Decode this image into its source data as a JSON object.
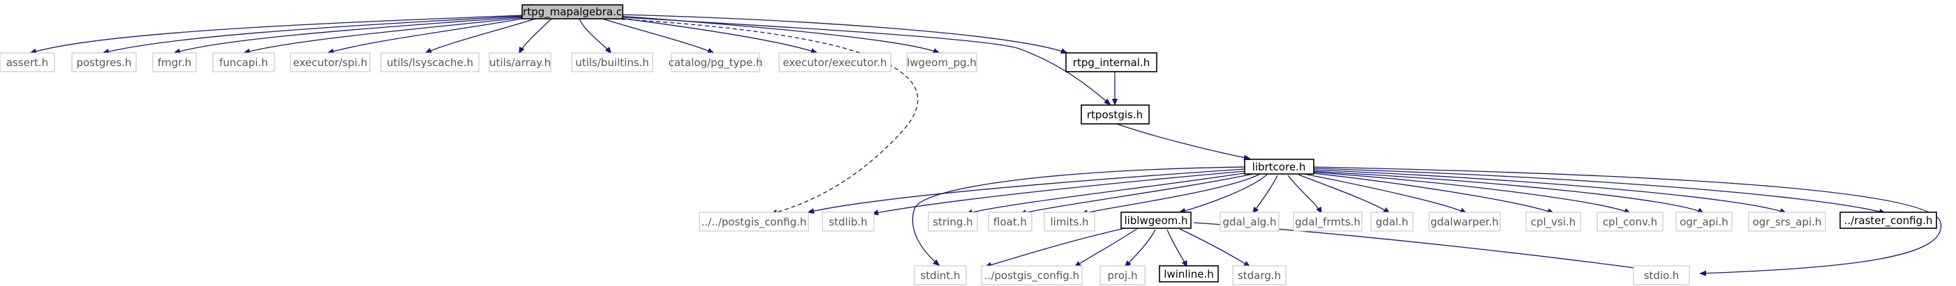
{
  "diagram": {
    "type": "include-dependency-graph",
    "root": "rtpg_mapalgebra.c",
    "nodes": [
      {
        "id": "root",
        "label": "rtpg_mapalgebra.c"
      },
      {
        "id": "assert",
        "label": "assert.h"
      },
      {
        "id": "postgres",
        "label": "postgres.h"
      },
      {
        "id": "fmgr",
        "label": "fmgr.h"
      },
      {
        "id": "funcapi",
        "label": "funcapi.h"
      },
      {
        "id": "spi",
        "label": "executor/spi.h"
      },
      {
        "id": "lsyscache",
        "label": "utils/lsyscache.h"
      },
      {
        "id": "array",
        "label": "utils/array.h"
      },
      {
        "id": "builtins",
        "label": "utils/builtins.h"
      },
      {
        "id": "pgtype",
        "label": "catalog/pg_type.h"
      },
      {
        "id": "executor",
        "label": "executor/executor.h"
      },
      {
        "id": "lwgeompg",
        "label": "lwgeom_pg.h"
      },
      {
        "id": "rtpginternal",
        "label": "rtpg_internal.h"
      },
      {
        "id": "rtpostgis",
        "label": "rtpostgis.h"
      },
      {
        "id": "librtcore",
        "label": "librtcore.h"
      },
      {
        "id": "pgconfig1",
        "label": "../../postgis_config.h"
      },
      {
        "id": "stdlib",
        "label": "stdlib.h"
      },
      {
        "id": "string",
        "label": "string.h"
      },
      {
        "id": "float",
        "label": "float.h"
      },
      {
        "id": "limits",
        "label": "limits.h"
      },
      {
        "id": "liblwgeom",
        "label": "liblwgeom.h"
      },
      {
        "id": "gdalalg",
        "label": "gdal_alg.h"
      },
      {
        "id": "gdalfrmts",
        "label": "gdal_frmts.h"
      },
      {
        "id": "gdal",
        "label": "gdal.h"
      },
      {
        "id": "gdalwarper",
        "label": "gdalwarper.h"
      },
      {
        "id": "cplvsi",
        "label": "cpl_vsi.h"
      },
      {
        "id": "cplconv",
        "label": "cpl_conv.h"
      },
      {
        "id": "ograpi",
        "label": "ogr_api.h"
      },
      {
        "id": "ogrsrsapi",
        "label": "ogr_srs_api.h"
      },
      {
        "id": "rasterconfig",
        "label": "../raster_config.h"
      },
      {
        "id": "stdint",
        "label": "stdint.h"
      },
      {
        "id": "pgconfig2",
        "label": "../postgis_config.h"
      },
      {
        "id": "proj",
        "label": "proj.h"
      },
      {
        "id": "lwinline",
        "label": "lwinline.h"
      },
      {
        "id": "stdarg",
        "label": "stdarg.h"
      },
      {
        "id": "stdio",
        "label": "stdio.h"
      }
    ],
    "edges": [
      [
        "root",
        "assert"
      ],
      [
        "root",
        "postgres"
      ],
      [
        "root",
        "fmgr"
      ],
      [
        "root",
        "funcapi"
      ],
      [
        "root",
        "spi"
      ],
      [
        "root",
        "lsyscache"
      ],
      [
        "root",
        "array"
      ],
      [
        "root",
        "builtins"
      ],
      [
        "root",
        "pgtype"
      ],
      [
        "root",
        "executor"
      ],
      [
        "root",
        "lwgeompg"
      ],
      [
        "root",
        "rtpginternal"
      ],
      [
        "root",
        "rtpostgis"
      ],
      [
        "root",
        "pgconfig1"
      ],
      [
        "rtpginternal",
        "rtpostgis"
      ],
      [
        "rtpostgis",
        "librtcore"
      ],
      [
        "librtcore",
        "pgconfig1"
      ],
      [
        "librtcore",
        "stdlib"
      ],
      [
        "librtcore",
        "string"
      ],
      [
        "librtcore",
        "float"
      ],
      [
        "librtcore",
        "limits"
      ],
      [
        "librtcore",
        "liblwgeom"
      ],
      [
        "librtcore",
        "gdalalg"
      ],
      [
        "librtcore",
        "gdalfrmts"
      ],
      [
        "librtcore",
        "gdal"
      ],
      [
        "librtcore",
        "gdalwarper"
      ],
      [
        "librtcore",
        "cplvsi"
      ],
      [
        "librtcore",
        "cplconv"
      ],
      [
        "librtcore",
        "ograpi"
      ],
      [
        "librtcore",
        "ogrsrsapi"
      ],
      [
        "librtcore",
        "rasterconfig"
      ],
      [
        "librtcore",
        "stdint"
      ],
      [
        "librtcore",
        "stdio"
      ],
      [
        "liblwgeom",
        "stdint"
      ],
      [
        "liblwgeom",
        "pgconfig2"
      ],
      [
        "liblwgeom",
        "proj"
      ],
      [
        "liblwgeom",
        "lwinline"
      ],
      [
        "liblwgeom",
        "stdarg"
      ],
      [
        "liblwgeom",
        "stdio"
      ]
    ]
  }
}
